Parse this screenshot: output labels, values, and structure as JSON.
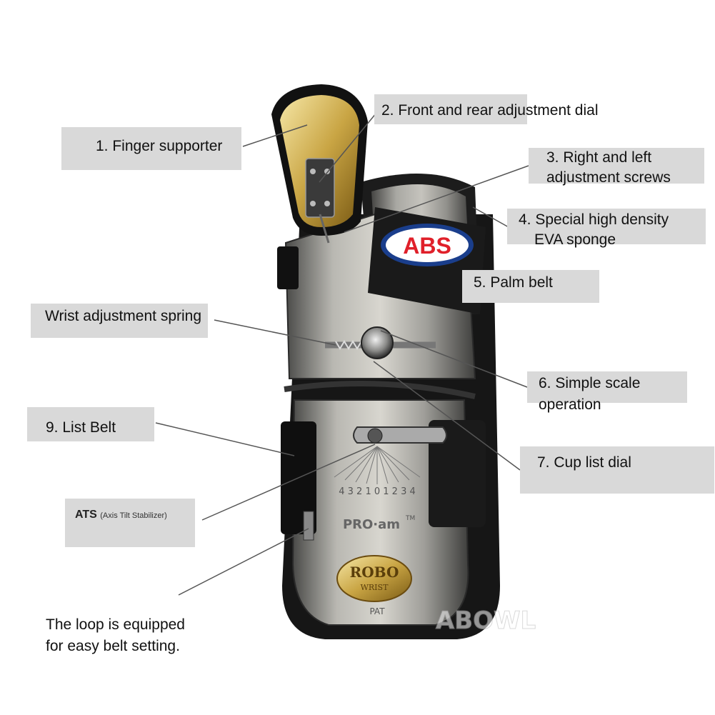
{
  "callouts": {
    "finger_supporter": "1. Finger supporter",
    "front_rear_dial": "2. Front and rear adjustment dial",
    "right_left_screws_1": "3. Right and left",
    "right_left_screws_2": "adjustment screws",
    "eva_sponge_1": "4. Special high density",
    "eva_sponge_2": "EVA sponge",
    "palm_belt": "5. Palm belt",
    "wrist_spring": "Wrist adjustment spring",
    "simple_scale_1": "6. Simple scale",
    "simple_scale_2": "operation",
    "cup_list_dial": "7. Cup list dial",
    "list_belt": "9. List Belt",
    "ats_main": "ATS",
    "ats_sub": "(Axis Tilt Stabilizer)",
    "loop_note_1": "The loop is equipped",
    "loop_note_2": "for easy belt setting."
  },
  "product_marks": {
    "logo": "ABS",
    "model": "PRO·am",
    "trademark": "TM",
    "scale": "4 3 2 1 0 1 2 3 4",
    "badge_1": "ROBO",
    "badge_2": "WRIST",
    "pat": "PAT",
    "watermark": "ABOWL"
  },
  "colors": {
    "callout_bg": "#d9d9d9",
    "leader": "#555555",
    "logo_red": "#e0202a",
    "logo_blue": "#1a3e8c",
    "gold": "#c9a544"
  }
}
